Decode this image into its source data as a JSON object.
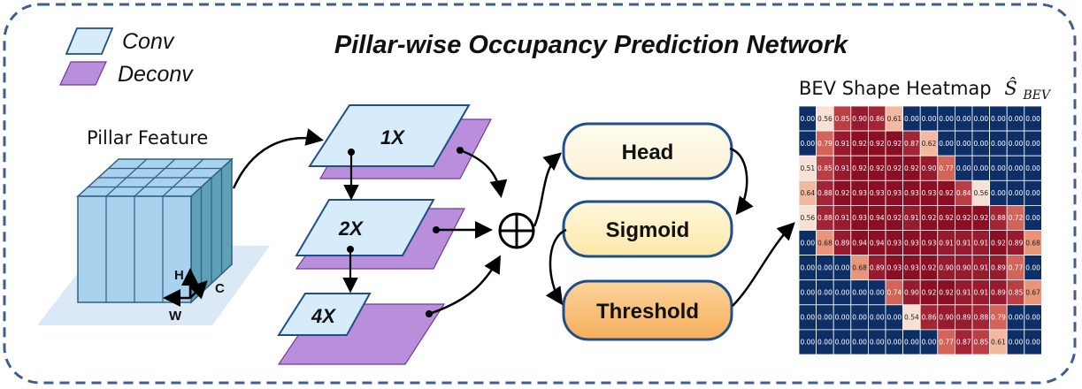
{
  "title": "Pillar-wise Occupancy Prediction Network",
  "legend": {
    "conv_label": "Conv",
    "deconv_label": "Deconv",
    "conv_color": "#d6ecfa",
    "deconv_color": "#b98fdc"
  },
  "pillar": {
    "label": "Pillar Feature",
    "axis_h": "H",
    "axis_c": "C",
    "axis_w": "W"
  },
  "scales": {
    "s1": "1X",
    "s2": "2X",
    "s3": "4X"
  },
  "fusion_symbol": "⊕",
  "boxes": {
    "head": "Head",
    "sigmoid": "Sigmoid",
    "threshold": "Threshold"
  },
  "heatmap": {
    "title_text": "BEV Shape Heatmap",
    "title_symbol": "Ŝ",
    "title_subscript": "BEV",
    "low_color": "#0d2f66",
    "high_color": "#8a0f25",
    "rows": [
      [
        "0.00",
        "0.56",
        "0.85",
        "0.90",
        "0.86",
        "0.61",
        "0.00",
        "0.00",
        "0.00",
        "0.00",
        "0.00",
        "0.00",
        "0.00",
        "0.00"
      ],
      [
        "0.00",
        "0.79",
        "0.91",
        "0.92",
        "0.92",
        "0.92",
        "0.87",
        "0.62",
        "0.00",
        "0.00",
        "0.00",
        "0.00",
        "0.00",
        "0.00"
      ],
      [
        "0.51",
        "0.85",
        "0.91",
        "0.92",
        "0.92",
        "0.92",
        "0.92",
        "0.90",
        "0.77",
        "0.00",
        "0.00",
        "0.00",
        "0.00",
        "0.00"
      ],
      [
        "0.64",
        "0.88",
        "0.92",
        "0.93",
        "0.93",
        "0.93",
        "0.93",
        "0.93",
        "0.92",
        "0.84",
        "0.56",
        "0.00",
        "0.00",
        "0.00"
      ],
      [
        "0.56",
        "0.88",
        "0.91",
        "0.93",
        "0.94",
        "0.92",
        "0.91",
        "0.92",
        "0.92",
        "0.92",
        "0.92",
        "0.88",
        "0.72",
        "0.00"
      ],
      [
        "0.00",
        "0.68",
        "0.89",
        "0.94",
        "0.94",
        "0.93",
        "0.93",
        "0.93",
        "0.91",
        "0.91",
        "0.91",
        "0.92",
        "0.89",
        "0.68"
      ],
      [
        "0.00",
        "0.00",
        "0.00",
        "0.68",
        "0.89",
        "0.93",
        "0.93",
        "0.92",
        "0.90",
        "0.90",
        "0.91",
        "0.89",
        "0.77",
        "0.00"
      ],
      [
        "0.00",
        "0.00",
        "0.00",
        "0.00",
        "0.00",
        "0.74",
        "0.90",
        "0.92",
        "0.92",
        "0.91",
        "0.91",
        "0.89",
        "0.85",
        "0.67"
      ],
      [
        "0.00",
        "0.00",
        "0.00",
        "0.00",
        "0.00",
        "0.00",
        "0.54",
        "0.86",
        "0.90",
        "0.89",
        "0.88",
        "0.79",
        "0.00",
        "0.00"
      ],
      [
        "0.00",
        "0.00",
        "0.00",
        "0.00",
        "0.00",
        "0.00",
        "0.00",
        "0.00",
        "0.77",
        "0.87",
        "0.85",
        "0.61",
        "0.00",
        "0.00"
      ]
    ]
  }
}
